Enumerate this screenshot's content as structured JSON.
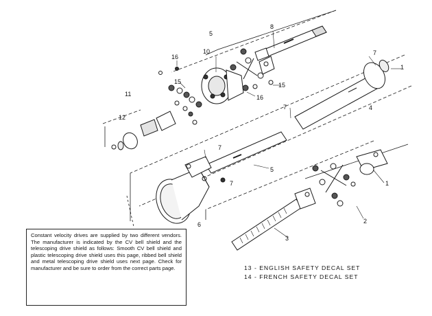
{
  "callouts": {
    "c1a": "1",
    "c1b": "1",
    "c2": "2",
    "c3": "3",
    "c4": "4",
    "c5a": "5",
    "c5b": "5",
    "c6": "6",
    "c7a": "7",
    "c7b": "7",
    "c7c": "7",
    "c7d": "7",
    "c8": "8",
    "c10": "10",
    "c11": "11",
    "c12": "12",
    "c15a": "15",
    "c15b": "15",
    "c16a": "16",
    "c16b": "16"
  },
  "note": "Constant velocity drives are supplied by two different vendors. The manufacturer is indicated by the CV bell shield and the telescoping drive shield as follows: Smooth CV bell shield and plastic telescoping drive shield uses this page, ribbed bell shield and metal telescoping drive shield uses next page. Check for manufacturer and be sure to order from the correct parts page.",
  "legend": {
    "line13": "13 - ENGLISH SAFETY DECAL SET",
    "line14": "14 - FRENCH SAFETY DECAL SET"
  }
}
